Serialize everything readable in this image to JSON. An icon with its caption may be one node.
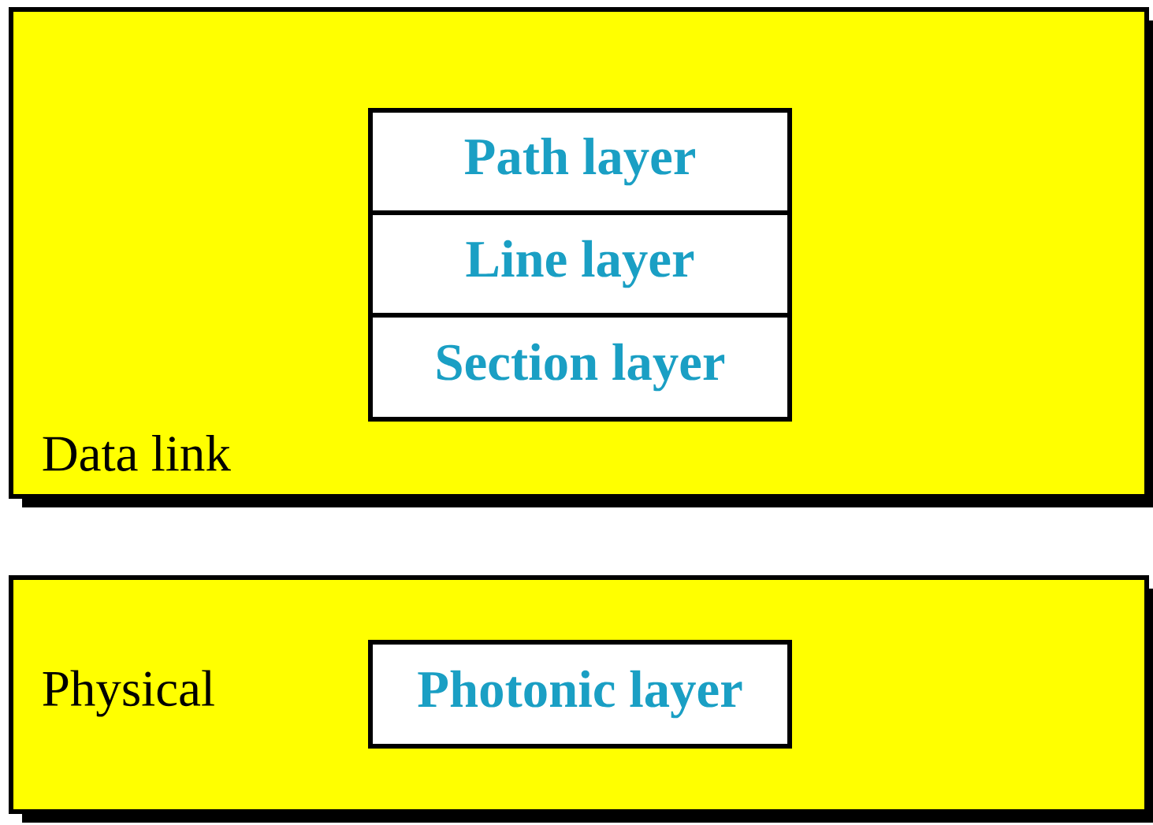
{
  "diagram": {
    "nodes": [
      {
        "text": [
          "Data link"
        ]
      },
      {
        "text": [
          "Path layer"
        ],
        "in": 0
      },
      {
        "text": [
          "Line layer"
        ],
        "in": 0
      },
      {
        "text": [
          "Section layer"
        ],
        "in": 0
      },
      {
        "text": [
          "Physical"
        ]
      },
      {
        "text": [
          "Photonic layer"
        ],
        "in": 4
      }
    ]
  }
}
